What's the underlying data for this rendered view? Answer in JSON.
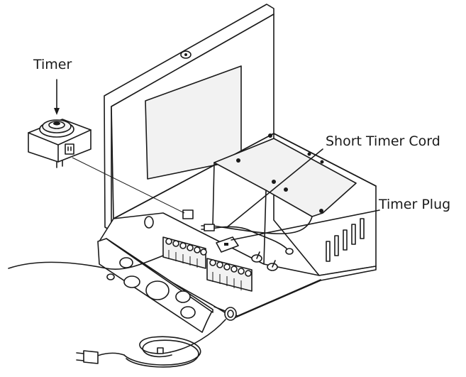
{
  "labels": {
    "timer": "Timer",
    "short_timer_cord": "Short Timer Cord",
    "timer_plug": "Timer Plug"
  }
}
